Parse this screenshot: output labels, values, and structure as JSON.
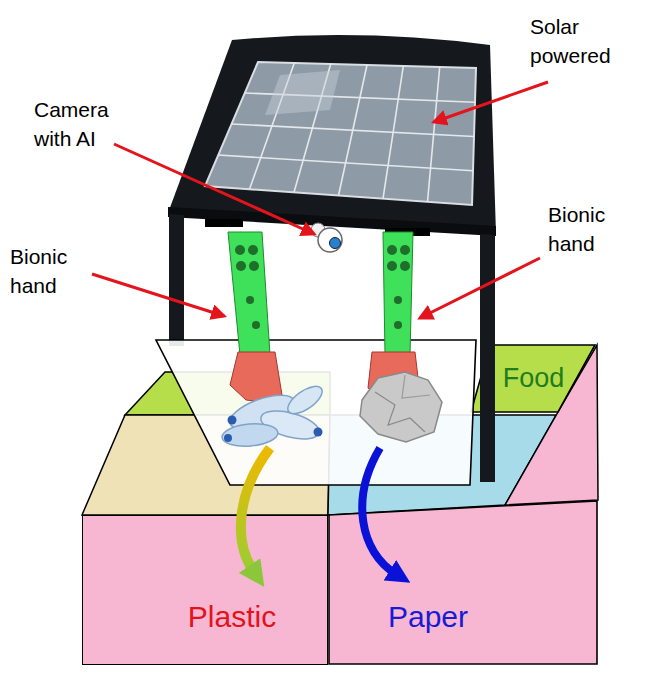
{
  "diagram": {
    "nodes": [
      {
        "text": [
          "Food"
        ]
      },
      {
        "text": [
          "Plastic"
        ]
      },
      {
        "text": [
          "Paper"
        ]
      }
    ],
    "labels": [
      "Solar powered",
      "Camera with AI",
      "Bionic hand",
      "Bionic hand"
    ]
  }
}
